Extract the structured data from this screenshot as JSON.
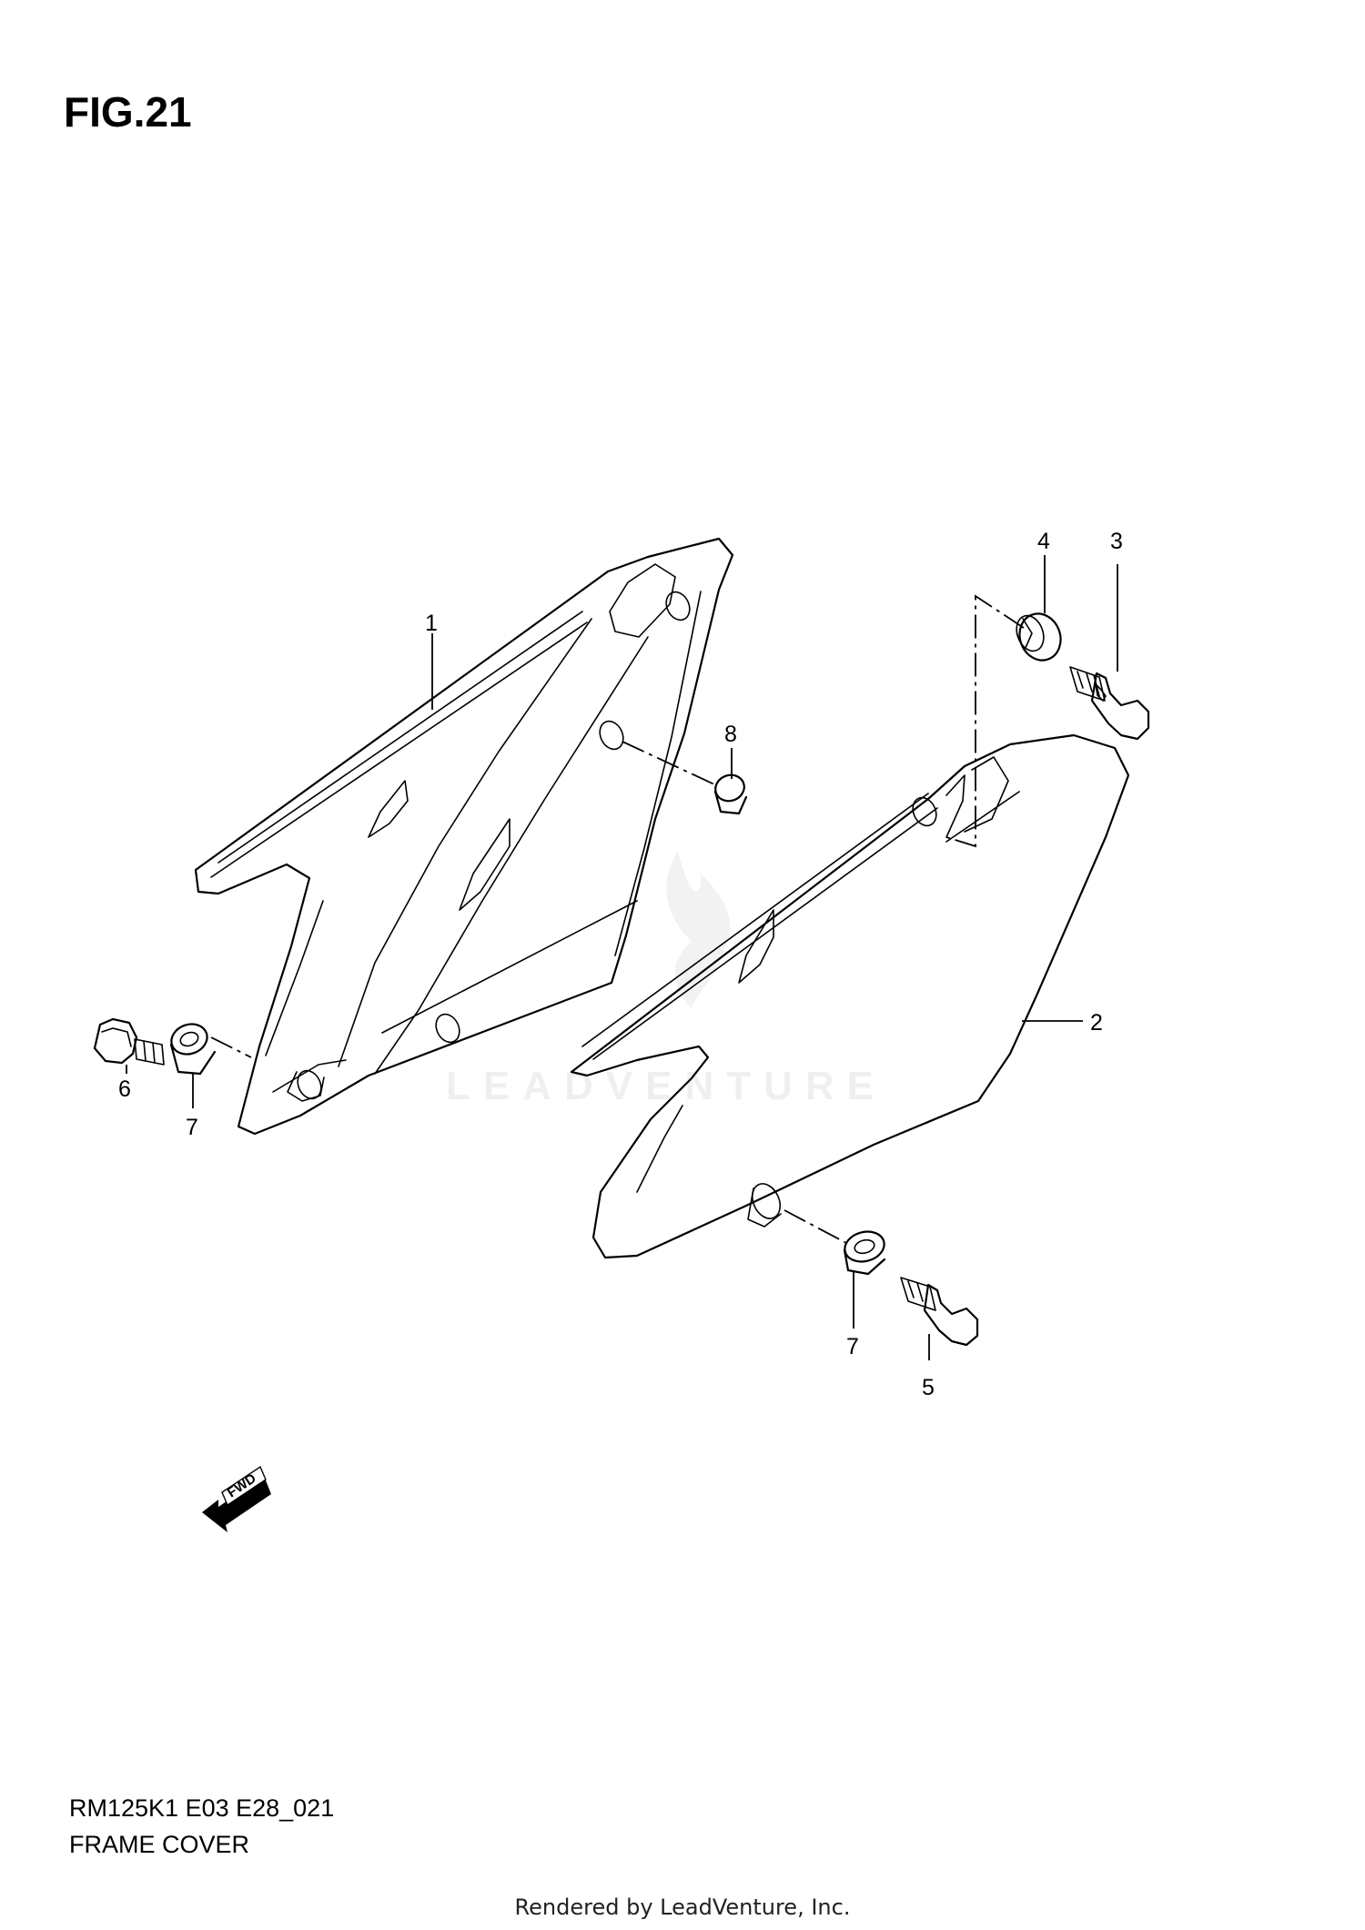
{
  "figure": {
    "title": "FIG.21",
    "code": "RM125K1 E03 E28_021",
    "name": "FRAME COVER"
  },
  "callouts": [
    "1",
    "2",
    "3",
    "4",
    "5",
    "6",
    "7",
    "7",
    "8"
  ],
  "forward_marker": "FWD",
  "watermark": "LEADVENTURE",
  "footer": "Rendered by LeadVenture, Inc."
}
